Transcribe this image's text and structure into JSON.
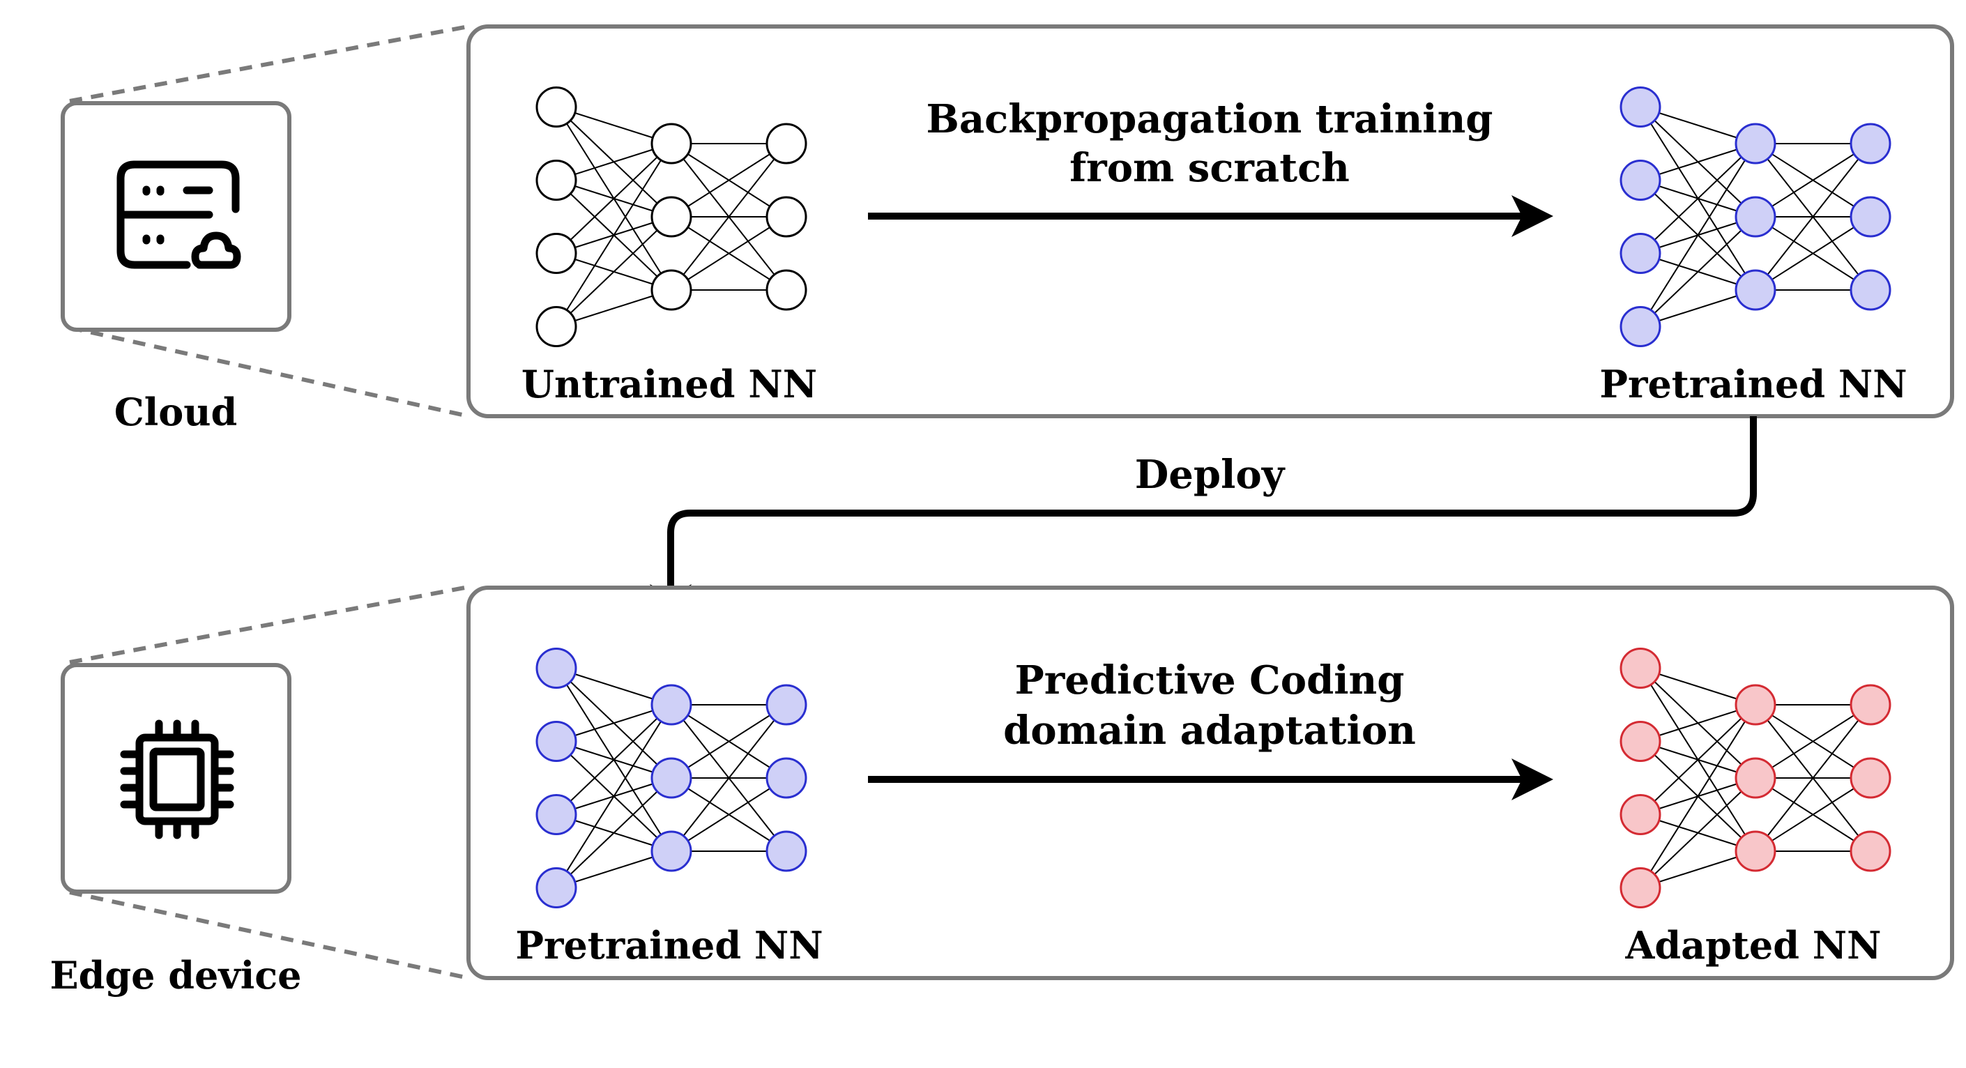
{
  "colors": {
    "untrained": {
      "fill": "#ffffff",
      "stroke": "#000000"
    },
    "pretrained": {
      "fill": "#cfd0f7",
      "stroke": "#2a2fd0"
    },
    "adapted": {
      "fill": "#f8c6c9",
      "stroke": "#d42b33"
    },
    "panel_border": "#7a7a7a",
    "arrow": "#000000"
  },
  "cloud": {
    "label": "Cloud",
    "icon": "cloud-server-icon",
    "panel": {
      "left_network": {
        "label": "Untrained NN",
        "style": "untrained"
      },
      "arrow_label_line1": "Backpropagation training",
      "arrow_label_line2": "from scratch",
      "right_network": {
        "label": "Pretrained NN",
        "style": "pretrained"
      }
    }
  },
  "deploy": {
    "label": "Deploy"
  },
  "edge": {
    "label": "Edge device",
    "icon": "microchip-icon",
    "panel": {
      "left_network": {
        "label": "Pretrained NN",
        "style": "pretrained"
      },
      "arrow_label_line1": "Predictive Coding",
      "arrow_label_line2": "domain adaptation",
      "right_network": {
        "label": "Adapted NN",
        "style": "adapted"
      }
    }
  },
  "network_layers": [
    4,
    3,
    3
  ]
}
